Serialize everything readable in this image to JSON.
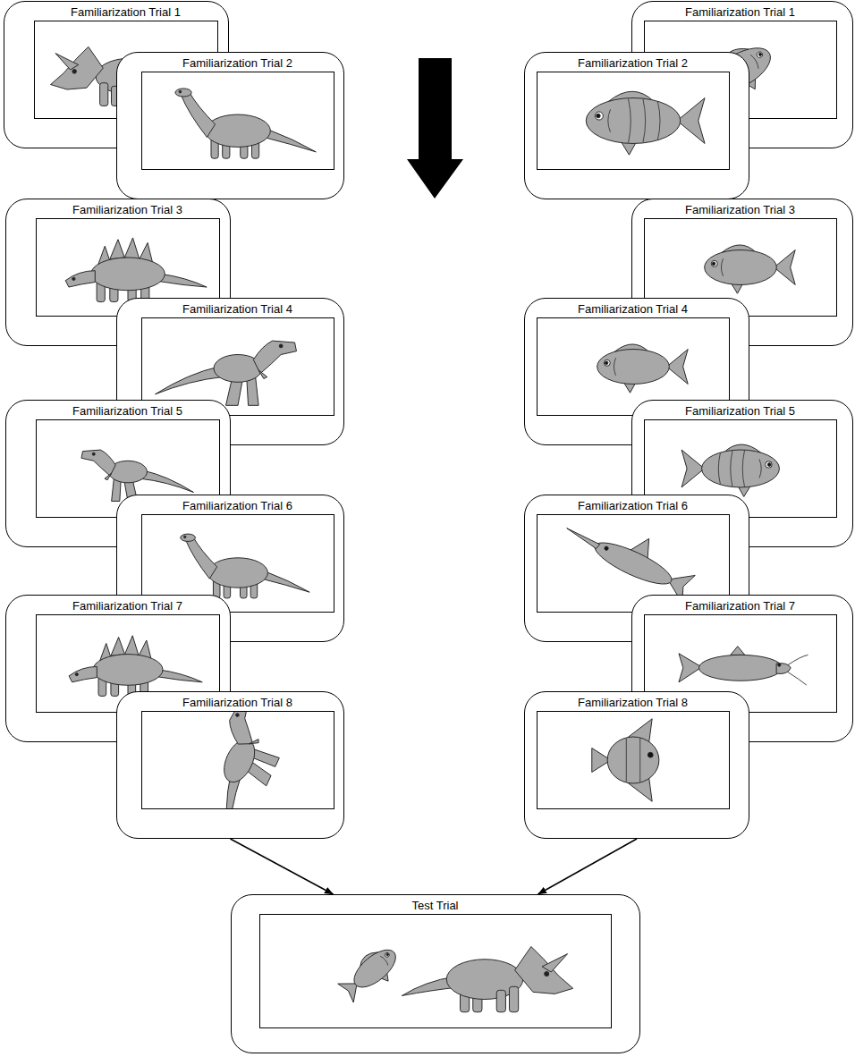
{
  "diagram": {
    "nodes": [
      {
        "text": [
          "Familiarization Trial 1"
        ]
      },
      {
        "text": [
          "Familiarization Trial 2"
        ]
      },
      {
        "text": [
          "Familiarization Trial 3"
        ]
      },
      {
        "text": [
          "Familiarization Trial 4"
        ]
      },
      {
        "text": [
          "Familiarization Trial 5"
        ]
      },
      {
        "text": [
          "Familiarization Trial 6"
        ]
      },
      {
        "text": [
          "Familiarization Trial 7"
        ]
      },
      {
        "text": [
          "Familiarization Trial 8"
        ]
      },
      {
        "text": [
          "Familiarization Trial 1"
        ]
      },
      {
        "text": [
          "Familiarization Trial 2"
        ]
      },
      {
        "text": [
          "Familiarization Trial 3"
        ]
      },
      {
        "text": [
          "Familiarization Trial 4"
        ]
      },
      {
        "text": [
          "Familiarization Trial 5"
        ]
      },
      {
        "text": [
          "Familiarization Trial 6"
        ]
      },
      {
        "text": [
          "Familiarization Trial 7"
        ]
      },
      {
        "text": [
          "Familiarization Trial 8"
        ]
      },
      {
        "text": [
          "Test Trial"
        ]
      }
    ],
    "edges": [
      {
        "from": 7,
        "to": 16,
        "arrow": "to"
      },
      {
        "from": 15,
        "to": 16,
        "arrow": "to"
      }
    ]
  }
}
